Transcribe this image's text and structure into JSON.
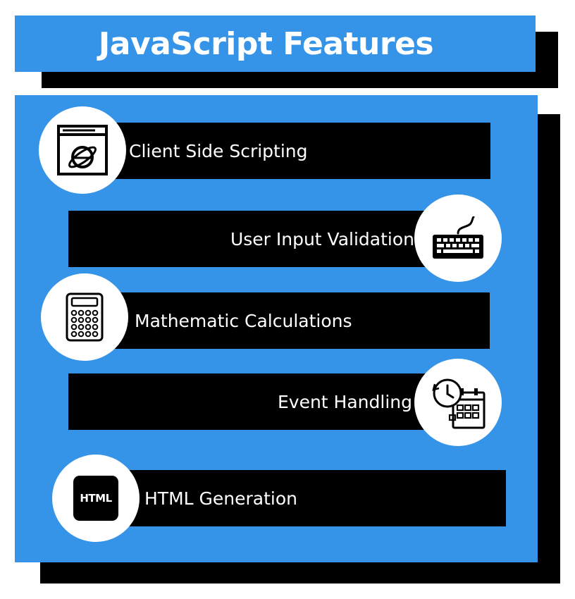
{
  "title": "JavaScript Features",
  "colors": {
    "accent": "#3594e8",
    "bar": "#000000",
    "text_on_dark": "#ffffff"
  },
  "features": [
    {
      "label": "Client Side Scripting",
      "icon": "browser-globe-icon"
    },
    {
      "label": "User Input Validation",
      "icon": "keyboard-icon"
    },
    {
      "label": "Mathematic Calculations",
      "icon": "calculator-icon"
    },
    {
      "label": "Event Handling",
      "icon": "calendar-clock-icon"
    },
    {
      "label": "HTML Generation",
      "icon": "html-icon",
      "icon_text": "HTML"
    }
  ]
}
